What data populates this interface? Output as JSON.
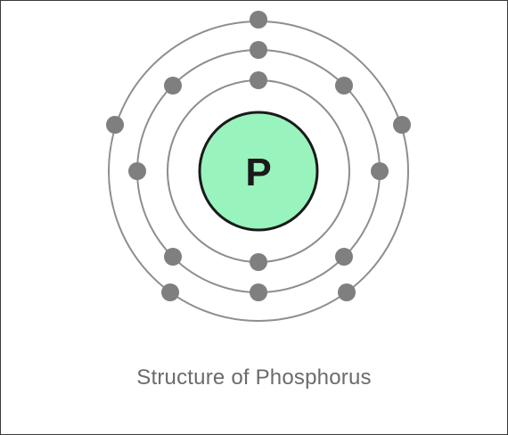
{
  "diagram": {
    "element_symbol": "P",
    "caption": "Structure of Phosphorus",
    "colors": {
      "nucleus_fill": "#99f3bd",
      "nucleus_stroke": "#1a1a1a",
      "shell_stroke": "#8e8e8e",
      "electron": "#7f7f7f",
      "caption_text": "#6b6b6b",
      "frame_border": "#3a3a3a"
    },
    "shells": [
      {
        "electron_count": 2
      },
      {
        "electron_count": 8
      },
      {
        "electron_count": 5
      }
    ]
  }
}
